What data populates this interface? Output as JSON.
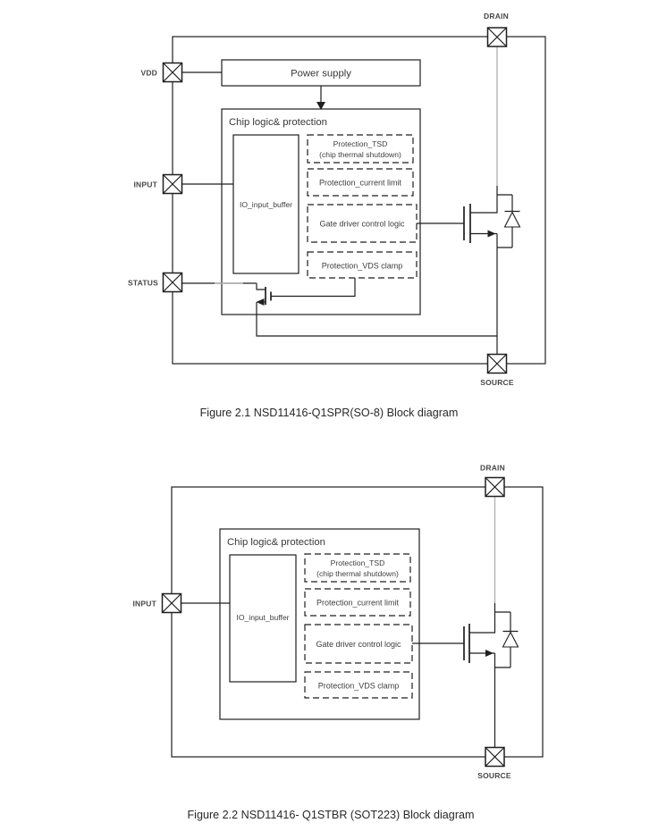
{
  "colors": {
    "line": "#1f1f1f",
    "gray_line": "#b3b3b3",
    "text": "#3b3b3b",
    "caption_text": "#282828",
    "background": "#ffffff"
  },
  "figure1": {
    "caption": "Figure 2.1 NSD11416-Q1SPR(SO-8) Block diagram",
    "pins": {
      "vdd": "VDD",
      "input": "INPUT",
      "status": "STATUS",
      "drain": "DRAIN",
      "source": "SOURCE"
    },
    "power_supply_label": "Power supply",
    "chip_logic_label": "Chip logic& protection",
    "io_buffer_label": "IO_input_buffer",
    "blocks": {
      "tsd_line1": "Protection_TSD",
      "tsd_line2": "(chip thermal shutdown)",
      "current_limit": "Protection_current limit",
      "gate_driver": "Gate driver control logic",
      "vds_clamp": "Protection_VDS clamp"
    }
  },
  "figure2": {
    "caption": "Figure 2.2 NSD11416- Q1STBR (SOT223) Block diagram",
    "pins": {
      "input": "INPUT",
      "drain": "DRAIN",
      "source": "SOURCE"
    },
    "chip_logic_label": "Chip logic& protection",
    "io_buffer_label": "IO_input_buffer",
    "blocks": {
      "tsd_line1": "Protection_TSD",
      "tsd_line2": "(chip thermal shutdown)",
      "current_limit": "Protection_current limit",
      "gate_driver": "Gate driver control logic",
      "vds_clamp": "Protection_VDS clamp"
    }
  }
}
